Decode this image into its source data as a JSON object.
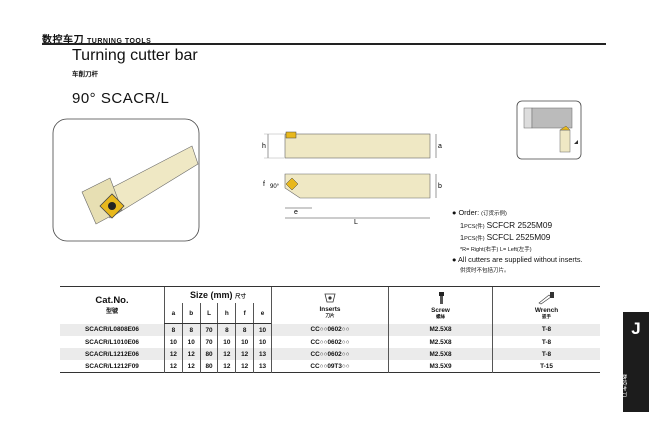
{
  "header": {
    "title_cn": "数控车刀",
    "title_en": "TURNING TOOLS"
  },
  "title": "Turning cutter bar",
  "subtitle_cn": "车削刀杆",
  "model": "90°  SCACR/L",
  "drawing_labels": {
    "h": "h",
    "a": "a",
    "b": "b",
    "f": "f",
    "angle": "90°",
    "e": "e",
    "L": "L"
  },
  "order": {
    "label": "Order:",
    "label_cn": "(订货示例)",
    "line1_qty": "1",
    "line1_unit": "PCS(件)",
    "line1_code": "SCFCR 2525M09",
    "line2_qty": "1",
    "line2_unit": "PCS(件)",
    "line2_code": "SCFCL 2525M09",
    "rl_note_r": "*R= Right(右手)",
    "rl_note_l": "L= Left(左手)",
    "bullet2": "All cutters are supplied without inserts.",
    "bullet2_cn": "供货时不包括刀片。"
  },
  "table": {
    "catno_header": "Cat.No.",
    "catno_header_cn": "型號",
    "size_header": "Size (mm)",
    "size_header_cn": "尺寸",
    "columns": [
      "a",
      "b",
      "L",
      "h",
      "f",
      "e"
    ],
    "inserts_header": "Inserts",
    "inserts_header_cn": "刀片",
    "screw_header": "Screw",
    "screw_header_cn": "螺絲",
    "wrench_header": "Wrench",
    "wrench_header_cn": "扳手",
    "rows": [
      {
        "cat": "SCACR/L0808E06",
        "a": "8",
        "b": "8",
        "L": "70",
        "h": "8",
        "f": "8",
        "e": "10",
        "insert": "CC○○0602○○",
        "screw": "M2.5X8",
        "wrench": "T-8"
      },
      {
        "cat": "SCACR/L1010E06",
        "a": "10",
        "b": "10",
        "L": "70",
        "h": "10",
        "f": "10",
        "e": "10",
        "insert": "CC○○0602○○",
        "screw": "M2.5X8",
        "wrench": "T-8"
      },
      {
        "cat": "SCACR/L1212E06",
        "a": "12",
        "b": "12",
        "L": "80",
        "h": "12",
        "f": "12",
        "e": "13",
        "insert": "CC○○0602○○",
        "screw": "M2.5X8",
        "wrench": "T-8"
      },
      {
        "cat": "SCACR/L1212F09",
        "a": "12",
        "b": "12",
        "L": "80",
        "h": "12",
        "f": "12",
        "e": "13",
        "insert": "CC○○09T3○○",
        "screw": "M3.5X9",
        "wrench": "T-15"
      }
    ]
  },
  "side_tab": {
    "letter": "J",
    "text_cn": "数控车刀",
    "text_en": "TURNING TOOLS"
  },
  "colors": {
    "bar": "#efe8c4",
    "insert": "#e8b81c",
    "dark": "#1c1c1c"
  }
}
